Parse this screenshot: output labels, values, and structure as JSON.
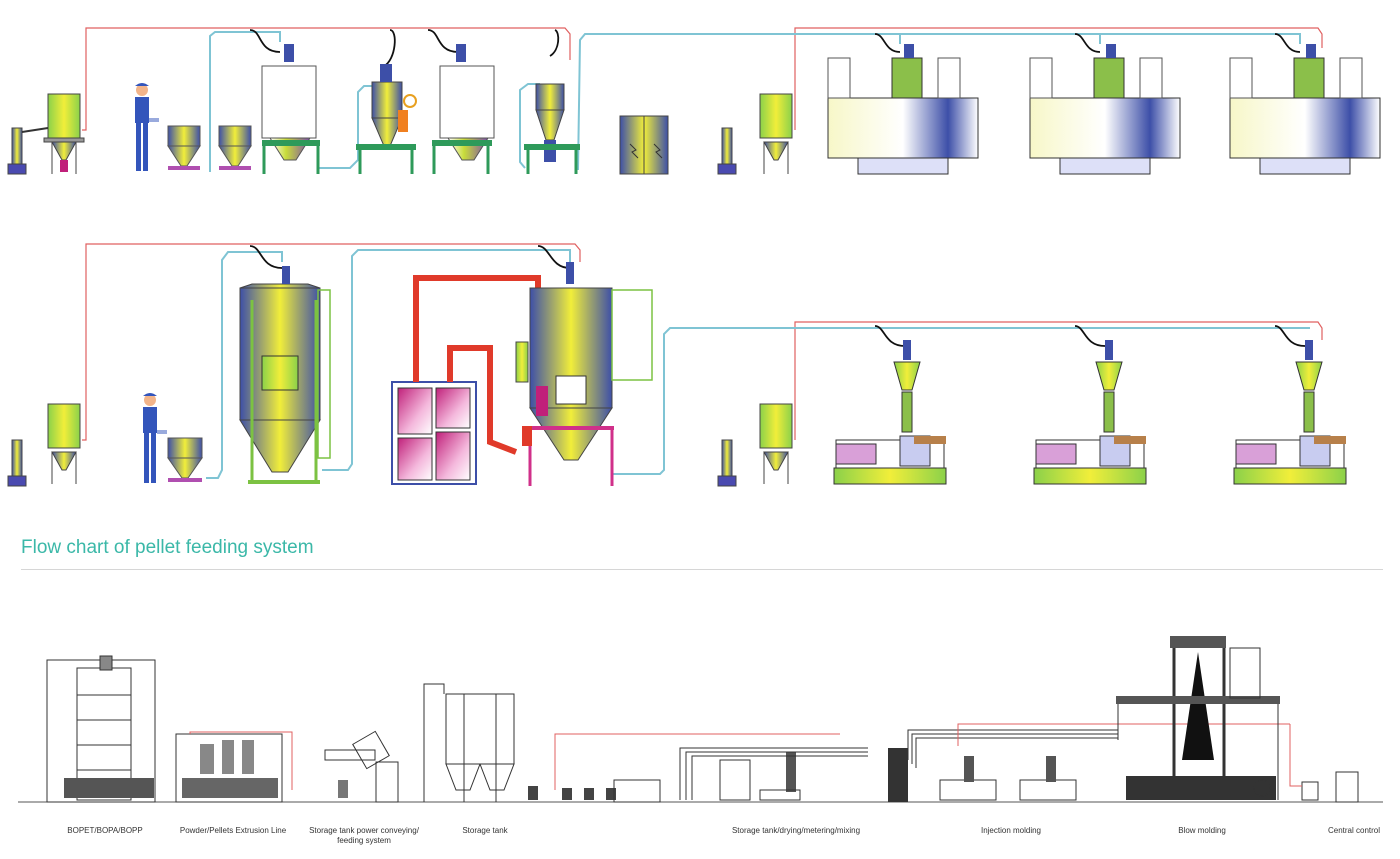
{
  "section_title": "Flow chart of pellet feeding system",
  "captions": [
    {
      "key": "bopet",
      "text": "BOPET/BOPA/BOPP"
    },
    {
      "key": "extrusion",
      "text": "Powder/Pellets Extrusion Line"
    },
    {
      "key": "powder_conveying",
      "text": "Storage tank power conveying/ feeding system"
    },
    {
      "key": "storage_tank",
      "text": "Storage tank"
    },
    {
      "key": "drying_mixing",
      "text": "Storage tank/drying/metering/mixing"
    },
    {
      "key": "injection",
      "text": "Injection molding"
    },
    {
      "key": "blow",
      "text": "Blow molding"
    },
    {
      "key": "central",
      "text": "Central control"
    }
  ],
  "colors": {
    "title": "#3bb8a8",
    "vacuum_line": "#e06060",
    "material_line": "#7fc4d4",
    "frame_green": "#2e9a5a",
    "dryer_pink": "#d0308a",
    "hot_air_red": "#e03a2a"
  }
}
